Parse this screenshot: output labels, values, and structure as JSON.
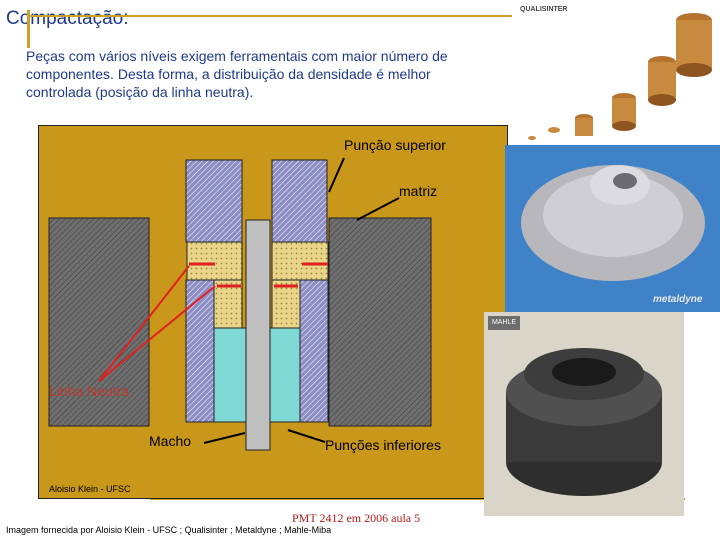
{
  "slide": {
    "title": "Compactação:",
    "intro": "Peças com vários níveis exigem ferramentais com maior número de componentes. Desta forma, a distribuição da densidade é melhor controlada (posição da linha neutra).",
    "course": "PMT 2412 em 2006 aula 5",
    "source": "Imagem fornecida por Aloisio Klein - UFSC ; Qualisinter ; Metaldyne ; Mahle-Miba"
  },
  "diagram": {
    "upper_punch_label": "Punção superior",
    "die_label": "matriz",
    "neutral_line_label": "Linha Neutra",
    "core_label": "Macho",
    "lower_punches_label": "Punções inferiores",
    "credit": "Aloisio Klein - UFSC"
  },
  "photos": {
    "qualisinter_logo": "QUALISINTER",
    "metaldyne_logo": "metaldyne",
    "mahle_logo": "MAHLE"
  },
  "colors": {
    "title": "#1f3a8a",
    "accent_line": "#c9a227",
    "panel": "#c9971a",
    "punch": "#8c8ec4",
    "die": "#6f6f6f",
    "powder": "#e8d58a",
    "lower_powder": "#7fd8d4",
    "neutral_line": "#e02020"
  }
}
